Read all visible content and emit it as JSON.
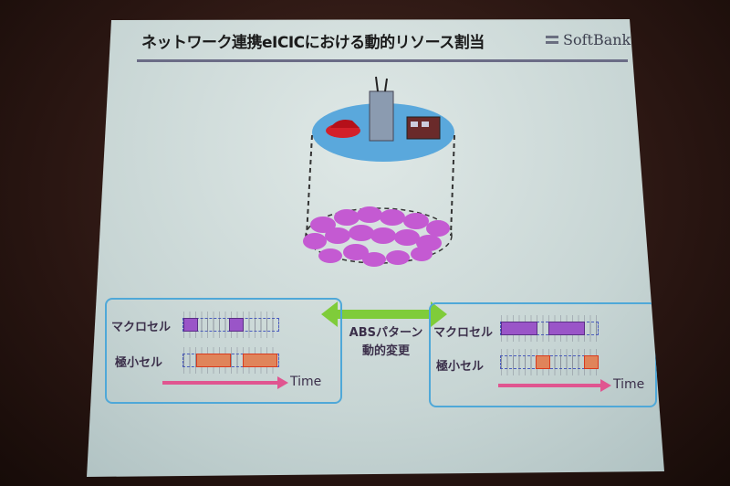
{
  "slide": {
    "title": "ネットワーク連携eICICにおける動的リソース割当",
    "logo": "SoftBank"
  },
  "left_panel": {
    "macro_label": "マクロセル",
    "small_label": "極小セル",
    "time_label": "Time"
  },
  "right_panel": {
    "macro_label": "マクロセル",
    "small_label": "極小セル",
    "time_label": "Time"
  },
  "center": {
    "line1": "ABSパターン",
    "line2": "動的変更"
  },
  "colors": {
    "macro": "#9a55c8",
    "small": "#e0845a",
    "arrow": "#7fcc3a",
    "time_arrow": "#e05590",
    "box_border": "#4fa8d8"
  }
}
